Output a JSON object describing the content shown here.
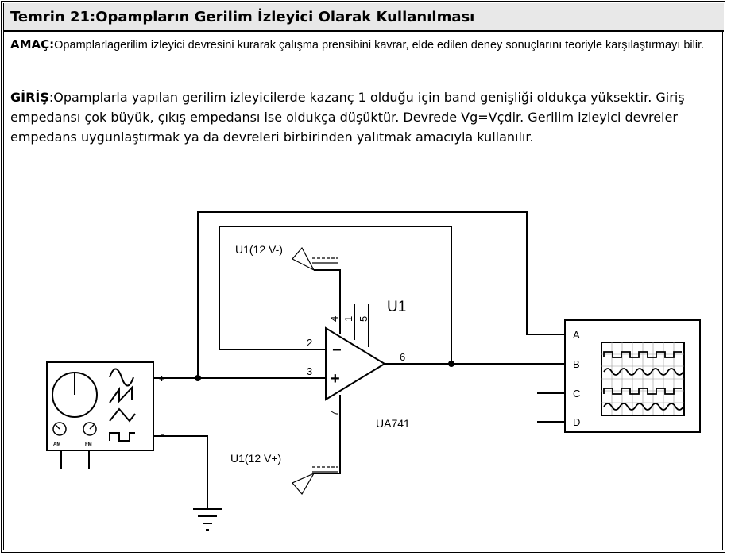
{
  "title": "Temrin 21:Opampların Gerilim İzleyici Olarak Kullanılması",
  "amac": {
    "label": "AMAÇ:",
    "text": "Opamplarlagerilim izleyici devresini kurarak çalışma prensibini kavrar, elde edilen deney sonuçlarını teoriyle karşılaştırmayı bilir."
  },
  "giris": {
    "label": "GİRİŞ",
    "text": ":Opamplarla yapılan gerilim izleyicilerde kazanç 1 olduğu için band genişliği oldukça yüksektir. Giriş empedansı çok büyük, çıkış empedansı ise oldukça düşüktür. Devrede Vg=Vçdir. Gerilim izleyici devreler empedans uygunlaştırmak ya da devreleri birbirinden yalıtmak amacıyla kullanılır."
  },
  "circuit": {
    "opamp_name": "U1",
    "opamp_model": "UA741",
    "supply_neg": "U1(12 V-)",
    "supply_pos": "U1(12 V+)",
    "pins": {
      "p2": "2",
      "p3": "3",
      "p4": "4",
      "p1": "1",
      "p5": "5",
      "p6": "6",
      "p7": "7"
    },
    "minus_sign": "−",
    "plus_sign": "+",
    "gen_plus": "+",
    "gen_minus": "-",
    "gen_am": "AM",
    "gen_fm": "FM",
    "scope_channels": [
      "A",
      "B",
      "C",
      "D"
    ]
  }
}
